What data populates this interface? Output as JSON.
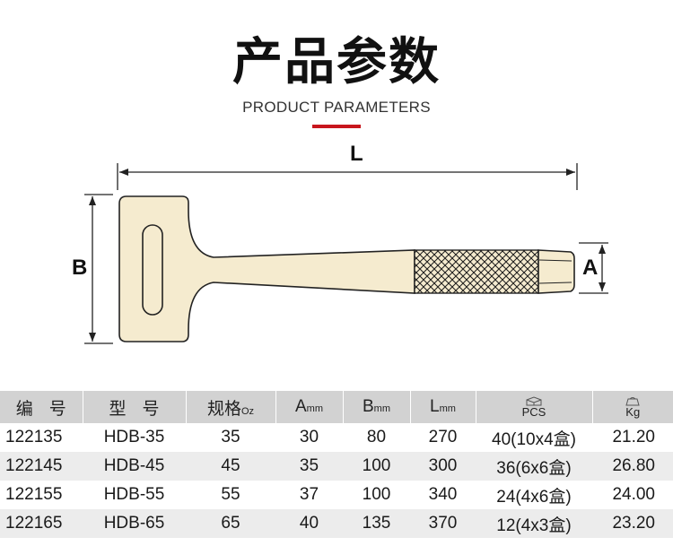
{
  "header": {
    "title": "产品参数",
    "subtitle": "PRODUCT PARAMETERS"
  },
  "diagram": {
    "label_l": "L",
    "label_b": "B",
    "label_a": "A"
  },
  "table": {
    "columns": [
      {
        "label_a": "编",
        "label_b": "号"
      },
      {
        "label_a": "型",
        "label_b": "号"
      },
      {
        "label": "规格",
        "unit": "Oz"
      },
      {
        "label": "A",
        "unit": "mm"
      },
      {
        "label": "B",
        "unit": "mm"
      },
      {
        "label": "L",
        "unit": "mm"
      },
      {
        "label": "PCS",
        "icon": "box-icon"
      },
      {
        "label": "Kg",
        "icon": "weight-icon"
      }
    ],
    "rows": [
      [
        "122135",
        "HDB-35",
        "35",
        "30",
        "80",
        "270",
        "40(10x4盒)",
        "21.20"
      ],
      [
        "122145",
        "HDB-45",
        "45",
        "35",
        "100",
        "300",
        "36(6x6盒)",
        "26.80"
      ],
      [
        "122155",
        "HDB-55",
        "55",
        "37",
        "100",
        "340",
        "24(4x6盒)",
        "24.00"
      ],
      [
        "122165",
        "HDB-65",
        "65",
        "40",
        "135",
        "370",
        "12(4x3盒)",
        "23.20"
      ]
    ]
  },
  "colors": {
    "accent": "#c8161d",
    "hammer_fill": "#f5ebcf",
    "header_bg": "#d2d2d2",
    "alt_row_bg": "#ececec"
  }
}
